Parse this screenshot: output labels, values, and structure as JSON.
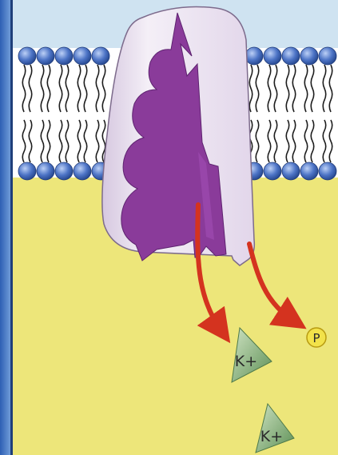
{
  "labels": {
    "ion_1": "K+",
    "ion_2": "K+",
    "phosphate": "P"
  },
  "colors": {
    "extracellular": "#cfe3f1",
    "cytoplasm": "#ede67a",
    "lipid_head": "#4d74c6",
    "lipid_tail": "#1d1d1d",
    "pump_body": "#ede6f1",
    "pump_cavity": "#8a3b9a",
    "arrow": "#d4331f",
    "ion": "#7fa96e",
    "phosphate": "#f2e24a",
    "left_frame": "#3c6fc2"
  },
  "icons": {
    "ion": "triangle-ion-icon",
    "phosphate": "circle-phosphate-icon",
    "arrow": "curved-arrow-icon"
  }
}
